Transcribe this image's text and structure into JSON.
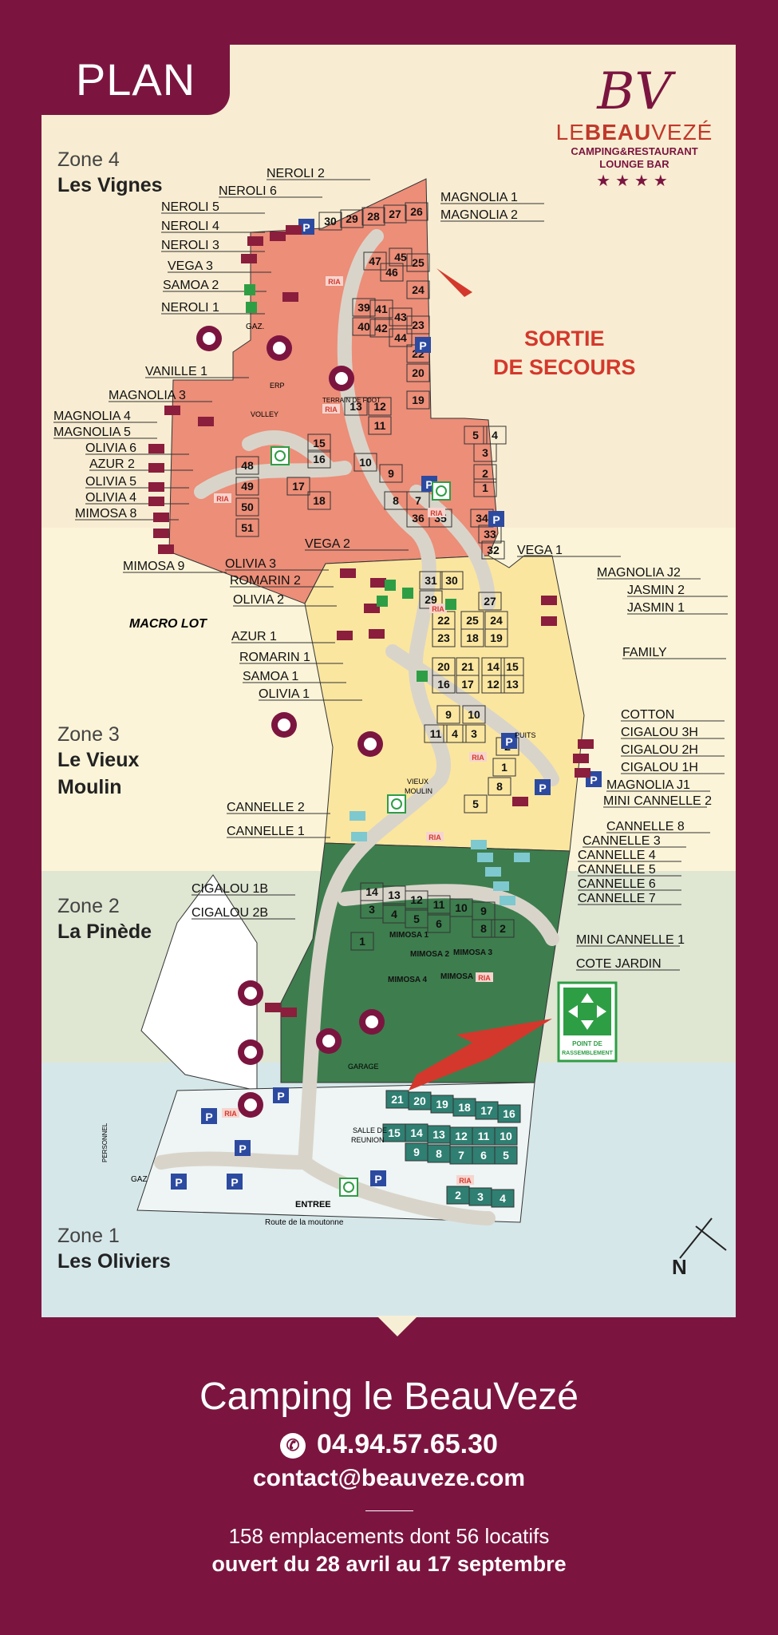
{
  "header": {
    "plan": "PLAN"
  },
  "logo": {
    "monogram": "BV",
    "name_pre": "LE",
    "name_bold": "BEAU",
    "name_post": "VEZÉ",
    "line1": "CAMPING&RESTAURANT",
    "line2": "LOUNGE BAR",
    "stars": "★★★★"
  },
  "sortie": {
    "line1": "SORTIE",
    "line2": "DE SECOURS"
  },
  "zones": [
    {
      "num": "Zone 4",
      "name": "Les Vignes"
    },
    {
      "num": "Zone 3",
      "name1": "Le Vieux",
      "name2": "Moulin"
    },
    {
      "num": "Zone 2",
      "name": "La Pinède"
    },
    {
      "num": "Zone 1",
      "name": "Les Oliviers"
    }
  ],
  "labels_left": [
    "NEROLI 2",
    "NEROLI 6",
    "NEROLI 5",
    "NEROLI 4",
    "NEROLI 3",
    "VEGA 3",
    "SAMOA 2",
    "NEROLI 1",
    "VANILLE 1",
    "MAGNOLIA 3",
    "MAGNOLIA 4",
    "MAGNOLIA 5",
    "OLIVIA 6",
    "AZUR 2",
    "OLIVIA 5",
    "OLIVIA 4",
    "MIMOSA 8",
    "MIMOSA 9",
    "VEGA 2",
    "OLIVIA 3",
    "ROMARIN 2",
    "OLIVIA 2",
    "AZUR 1",
    "ROMARIN 1",
    "SAMOA 1",
    "OLIVIA 1",
    "CANNELLE 2",
    "CANNELLE 1",
    "CIGALOU 1B",
    "CIGALOU 2B"
  ],
  "labels_right": [
    "MAGNOLIA 1",
    "MAGNOLIA 2",
    "VEGA 1",
    "MAGNOLIA J2",
    "JASMIN 2",
    "JASMIN 1",
    "FAMILY",
    "COTTON",
    "CIGALOU 3H",
    "CIGALOU 2H",
    "CIGALOU 1H",
    "MAGNOLIA J1",
    "MINI CANNELLE 2",
    "CANNELLE 8",
    "CANNELLE 3",
    "CANNELLE 4",
    "CANNELLE 5",
    "CANNELLE 6",
    "CANNELLE 7",
    "MINI CANNELLE 1",
    "COTE JARDIN"
  ],
  "macro_lot": "MACRO LOT",
  "map_text": {
    "gaz": "GAZ.",
    "gaz2": "GAZ",
    "erp": "ERP",
    "volley": "VOLLEY",
    "foot": "TERRAIN DE FOOT",
    "puits": "PUITS",
    "vieux_moulin1": "VIEUX",
    "vieux_moulin2": "MOULIN",
    "garage": "GARAGE",
    "salle1": "SALLE DE",
    "salle2": "REUNION",
    "personnel": "PERSONNEL",
    "entree": "ENTREE",
    "route": "Route de la moutonne",
    "ria": "RIA",
    "point1": "POINT DE",
    "point2": "RASSEMBLEMENT",
    "p": "P"
  },
  "mimosas": [
    "MIMOSA 1",
    "MIMOSA 2",
    "MIMOSA 3",
    "MIMOSA 4",
    "MIMOSA 5"
  ],
  "pitches": {
    "z4_top": [
      "30",
      "29",
      "28",
      "27",
      "26"
    ],
    "z4_right": [
      "25",
      "24",
      "23",
      "22",
      "20",
      "19"
    ],
    "z4_mid": [
      "47",
      "45",
      "46",
      "39",
      "41",
      "43",
      "40",
      "42",
      "44"
    ],
    "z4_low": [
      "13",
      "12",
      "11",
      "15",
      "16",
      "10",
      "9",
      "48",
      "49",
      "50",
      "51",
      "17",
      "18"
    ],
    "z4_right2": [
      "5",
      "4",
      "3",
      "2",
      "1",
      "8",
      "7",
      "36",
      "35",
      "34",
      "33",
      "32"
    ],
    "z3": [
      "31",
      "30",
      "29",
      "27",
      "22",
      "25",
      "24",
      "23",
      "18",
      "19",
      "20",
      "21",
      "14",
      "15",
      "16",
      "17",
      "12",
      "13",
      "9",
      "10",
      "11",
      "4",
      "3",
      "2",
      "1",
      "8",
      "5"
    ],
    "z2": [
      "14",
      "13",
      "12",
      "11",
      "10",
      "9",
      "3",
      "4",
      "5",
      "6",
      "8",
      "2",
      "1"
    ],
    "z1": [
      "21",
      "20",
      "19",
      "18",
      "17",
      "16",
      "15",
      "14",
      "13",
      "12",
      "11",
      "10",
      "9",
      "8",
      "7",
      "6",
      "5",
      "2",
      "3",
      "4"
    ]
  },
  "footer": {
    "title": "Camping le BeauVezé",
    "phone": "04.94.57.65.30",
    "email": "contact@beauveze.com",
    "places": "158 emplacements dont 56 locatifs",
    "dates": "ouvert du 28 avril au 17 septembre"
  },
  "colors": {
    "brand": "#7b1540",
    "zone4": "#ec8e78",
    "zone3": "#fbe6a0",
    "zone2": "#3e7d4e",
    "zone1": "#2f7f72",
    "path": "#d9d4ca",
    "red": "#d4382c"
  }
}
